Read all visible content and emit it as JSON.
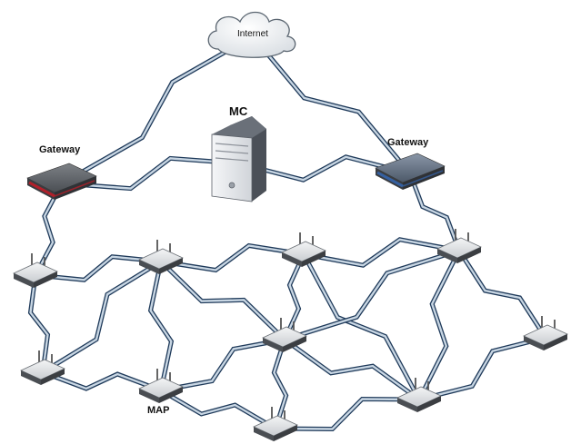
{
  "labels": {
    "internet": "Internet",
    "mc": "MC",
    "gateway_left": "Gateway",
    "gateway_right": "Gateway",
    "map": "MAP"
  },
  "colors": {
    "link_outer": "#1f3a5a",
    "link_inner": "#c8d6e3",
    "cloud_fill": "#eef1f4",
    "cloud_stroke": "#5a6570",
    "gateway_left_accent": "#b1202a",
    "gateway_right_accent": "#3560a0",
    "server_body": "#e6e8eb"
  },
  "nodes": [
    {
      "id": "internet",
      "kind": "cloud"
    },
    {
      "id": "mc",
      "kind": "server"
    },
    {
      "id": "gw-left",
      "kind": "gateway",
      "accent": "red"
    },
    {
      "id": "gw-right",
      "kind": "gateway",
      "accent": "blue"
    },
    {
      "id": "ap-1",
      "kind": "access-point"
    },
    {
      "id": "ap-2",
      "kind": "access-point"
    },
    {
      "id": "ap-3",
      "kind": "access-point"
    },
    {
      "id": "ap-4",
      "kind": "access-point"
    },
    {
      "id": "ap-5",
      "kind": "access-point"
    },
    {
      "id": "ap-6",
      "kind": "access-point"
    },
    {
      "id": "ap-7",
      "kind": "access-point"
    },
    {
      "id": "ap-8",
      "kind": "access-point"
    },
    {
      "id": "ap-9",
      "kind": "access-point"
    },
    {
      "id": "ap-10",
      "kind": "access-point"
    },
    {
      "id": "ap-11",
      "kind": "access-point"
    }
  ],
  "links": [
    [
      "internet",
      "gw-left"
    ],
    [
      "internet",
      "gw-right"
    ],
    [
      "gw-left",
      "mc"
    ],
    [
      "mc",
      "gw-right"
    ],
    [
      "gw-left",
      "ap-1"
    ],
    [
      "gw-right",
      "ap-4"
    ],
    [
      "ap-1",
      "ap-2"
    ],
    [
      "ap-2",
      "ap-3"
    ],
    [
      "ap-3",
      "ap-4"
    ],
    [
      "ap-1",
      "ap-6"
    ],
    [
      "ap-2",
      "ap-6"
    ],
    [
      "ap-2",
      "ap-7"
    ],
    [
      "ap-2",
      "ap-8"
    ],
    [
      "ap-3",
      "ap-8"
    ],
    [
      "ap-3",
      "ap-10"
    ],
    [
      "ap-4",
      "ap-10"
    ],
    [
      "ap-4",
      "ap-11"
    ],
    [
      "ap-4",
      "ap-8"
    ],
    [
      "ap-6",
      "ap-7"
    ],
    [
      "ap-7",
      "ap-8"
    ],
    [
      "ap-7",
      "ap-9"
    ],
    [
      "ap-8",
      "ap-9"
    ],
    [
      "ap-8",
      "ap-10"
    ],
    [
      "ap-9",
      "ap-10"
    ],
    [
      "ap-10",
      "ap-11"
    ]
  ]
}
